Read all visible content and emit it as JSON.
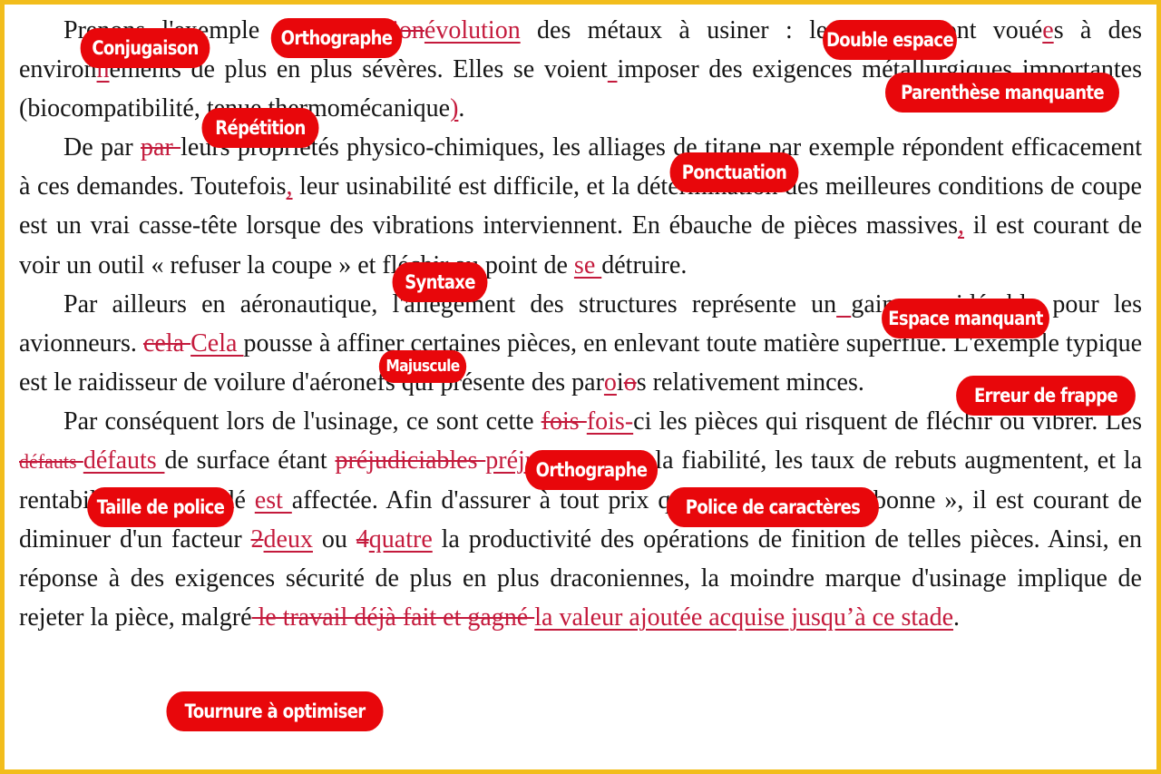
{
  "p1": {
    "s1": "Prenons l'exemple de l'",
    "del1": "évolution",
    "ins1": "évolution",
    "s2": " des métaux à usiner : les pièces sont voué",
    "ins2": "e",
    "s3": "s à des environ",
    "ins3": "n",
    "s4": "ements de plus en plus sévères. Elles se voient",
    "ins4": " ",
    "s5": " imposer des exigences métallurgiques importantes (biocompatibilité, tenue thermomécanique",
    "ins5": ")",
    "s6": "."
  },
  "p2": {
    "s1": "De par ",
    "del1": "par ",
    "s2": "leurs propriétés physico-chimiques, les alliages de titane par exemple répondent efficacement à ces demandes. Toutefois",
    "ins1": ",",
    "s3": " leur usinabilité est difficile, et la détermination des meilleures conditions de coupe est un vrai casse-tête lorsque des vibrations interviennent. En ébauche de pièces massives",
    "ins2": ",",
    "s4": " il est courant de voir un outil « refuser la coupe » et fléchir au point de ",
    "ins3": "se ",
    "s5": "détruire."
  },
  "p3": {
    "s1": "Par ailleurs en aéronautique, l'allègement des structures représente un",
    "ins1": " ",
    "s2": "gain considérable pour les avionneurs. ",
    "del1": "cela ",
    "ins2": "Cela ",
    "s3": "pousse à affiner certaines pièces, en enlevant toute matière superflue. L'exemple typique est le raidisseur de voilure d'aéronefs qui présente des par",
    "ins3": "o",
    "s4": "i",
    "del2": "o",
    "s5": "s relativement minces."
  },
  "p4": {
    "s1": "Par conséquent lors de l'usinage, ce sont cette ",
    "del1": "fois ",
    "ins1": "fois-",
    "s2": "ci les pièces qui risquent de fléchir ou vibrer. Les ",
    "del2": "défauts ",
    "ins2": " défauts ",
    "s3": "de surface étant ",
    "del3": "préjudiciables ",
    "ins3": "préjudiciables ",
    "s4": "à la fiabilité, les taux de rebuts augmentent, et la rentabilité du procédé ",
    "ins4": "est ",
    "s5": "affectée. Afin d'assurer à tout prix que la pièce « sorte bonne », il est courant de diminuer d'un facteur ",
    "del4": "2",
    "ins5": "deux",
    "s6": " ou ",
    "del5": "4",
    "ins6": "quatre",
    "s7": " la productivité des opérations de finition de telles pièces. Ainsi, en réponse à des exigences sécurité de plus en plus draconiennes, la moindre marque d'usinage implique de rejeter la pièce, malgré",
    "del6": " le travail déjà fait et gagné ",
    "ins7": "la valeur ajoutée acquise jusqu’à ce stade",
    "s8": "."
  },
  "labels": {
    "conjugaison": "Conjugaison",
    "orthographe1": "Orthographe",
    "double_espace": "Double espace",
    "parenthese": "Parenthèse manquante",
    "repetition": "Répétition",
    "ponctuation": "Ponctuation",
    "syntaxe": "Syntaxe",
    "espace_manquant": "Espace manquant",
    "majuscule": "Majuscule",
    "erreur_frappe": "Erreur de frappe",
    "orthographe2": "Orthographe",
    "taille_police": "Taille de police",
    "police": "Police de caractères",
    "tournure": "Tournure à optimiser"
  },
  "colors": {
    "frame": "#f2bd1c",
    "revision": "#c41a3c",
    "label_bg": "#e8070b"
  }
}
